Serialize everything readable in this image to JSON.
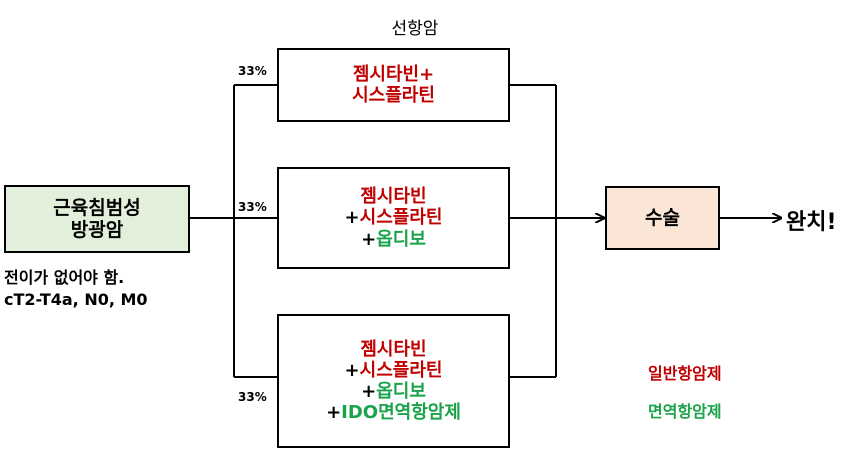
{
  "header": {
    "label": "선항암"
  },
  "start": {
    "title_line1": "근육침범성",
    "title_line2": "방광암",
    "note_line1": "전이가 없어야 함.",
    "note_line2": "cT2-T4a, N0, M0"
  },
  "branches": [
    {
      "percent": "33%",
      "lines": [
        {
          "prefix": "",
          "text": "젬시타빈+",
          "kind": "red"
        },
        {
          "prefix": "",
          "text": "시스플라틴",
          "kind": "red"
        }
      ]
    },
    {
      "percent": "33%",
      "lines": [
        {
          "prefix": "",
          "text": "젬시타빈",
          "kind": "red"
        },
        {
          "prefix": "+",
          "text": "시스플라틴",
          "kind": "red"
        },
        {
          "prefix": "+",
          "text": "옵디보",
          "kind": "green"
        }
      ]
    },
    {
      "percent": "33%",
      "lines": [
        {
          "prefix": "",
          "text": "젬시타빈",
          "kind": "red"
        },
        {
          "prefix": "+",
          "text": "시스플라틴",
          "kind": "red"
        },
        {
          "prefix": "+",
          "text": "옵디보",
          "kind": "green"
        },
        {
          "prefix": "+",
          "text": "IDO면역항암제",
          "kind": "green"
        }
      ]
    }
  ],
  "surgery": {
    "label": "수술"
  },
  "outcome": {
    "label": "완치!"
  },
  "legend": {
    "chemo": "일반항암제",
    "immuno": "면역항암제"
  },
  "colors": {
    "chemo": "#c00000",
    "immuno": "#1aa34a",
    "surgery_fill": "#fbe5d6",
    "start_fill": "#e2efda"
  }
}
